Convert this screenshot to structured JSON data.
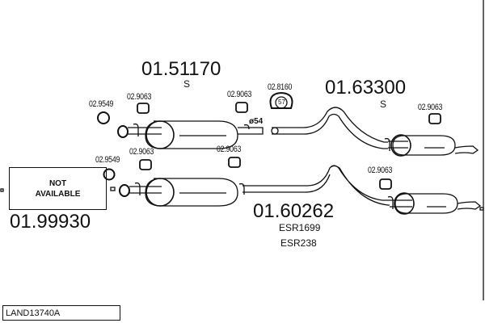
{
  "reference": "LAND13740A",
  "not_available": {
    "line1": "NOT",
    "line2": "AVAILABLE"
  },
  "parts": {
    "front_missing": "01.99930",
    "middle_upper": "01.51170",
    "middle_upper_suffix": "S",
    "rear_upper": "01.63300",
    "rear_upper_suffix": "S",
    "lower_assembly": "01.60262",
    "lower_ref1": "ESR1699",
    "lower_ref2": "ESR238",
    "pipe_diameter": "ø54"
  },
  "accessories": {
    "gasket_upper": "02.9549",
    "gasket_lower": "02.9549",
    "hanger_1": "02.9063",
    "hanger_2": "02.9063",
    "hanger_3": "02.9063",
    "hanger_4": "02.9063",
    "hanger_5": "02.9063",
    "hanger_6": "02.9063",
    "clamp": "02.8160",
    "clamp_size": "57"
  }
}
